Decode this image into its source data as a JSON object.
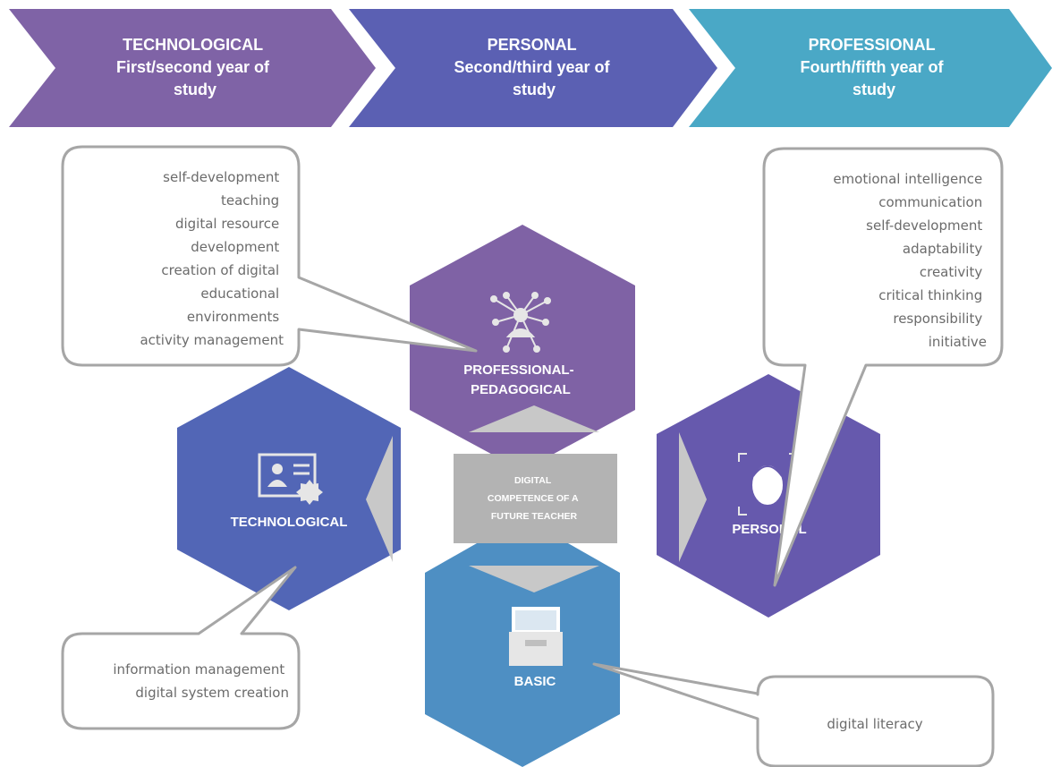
{
  "colors": {
    "stage_technological": "#7f63a6",
    "stage_personal": "#5b60b3",
    "stage_professional": "#4aa8c6",
    "hex_professional_pedagogical": "#7f62a5",
    "hex_technological": "#5266b6",
    "hex_personal": "#6659ad",
    "hex_basic": "#4e8fc3",
    "center_box": "#b3b3b3",
    "arrow_gray": "#bfbfbf",
    "callout_border": "#a6a6a6",
    "callout_text": "#6b6b6b"
  },
  "stages": [
    {
      "lines": [
        "TECHNOLOGICAL",
        "First/second year of",
        "study"
      ]
    },
    {
      "lines": [
        "PERSONAL",
        "Second/third year of",
        "study"
      ]
    },
    {
      "lines": [
        "PROFESSIONAL",
        "Fourth/fifth year of",
        "study"
      ]
    }
  ],
  "center": {
    "lines": [
      "DIGITAL",
      "COMPETENCE OF A",
      "FUTURE TEACHER"
    ]
  },
  "hexagons": {
    "professional_pedagogical": {
      "lines": [
        "PROFESSIONAL-",
        "PEDAGOGICAL"
      ],
      "icon": "network-person-icon"
    },
    "technological": {
      "lines": [
        "TECHNOLOGICAL"
      ],
      "icon": "certificate-icon"
    },
    "personal": {
      "lines": [
        "PERSONAL"
      ],
      "icon": "face-scan-icon"
    },
    "basic": {
      "lines": [
        "BASIC"
      ],
      "icon": "file-drawer-icon"
    }
  },
  "callouts": {
    "professional_pedagogical": [
      "self-development",
      "teaching",
      "digital resource",
      "development",
      "creation of digital",
      "educational",
      "environments",
      "activity management"
    ],
    "personal": [
      "emotional intelligence",
      "communication",
      "self-development",
      "adaptability",
      "creativity",
      "critical thinking",
      "responsibility",
      "initiative"
    ],
    "technological": [
      "information management",
      "digital system creation"
    ],
    "basic": [
      "digital literacy"
    ]
  }
}
